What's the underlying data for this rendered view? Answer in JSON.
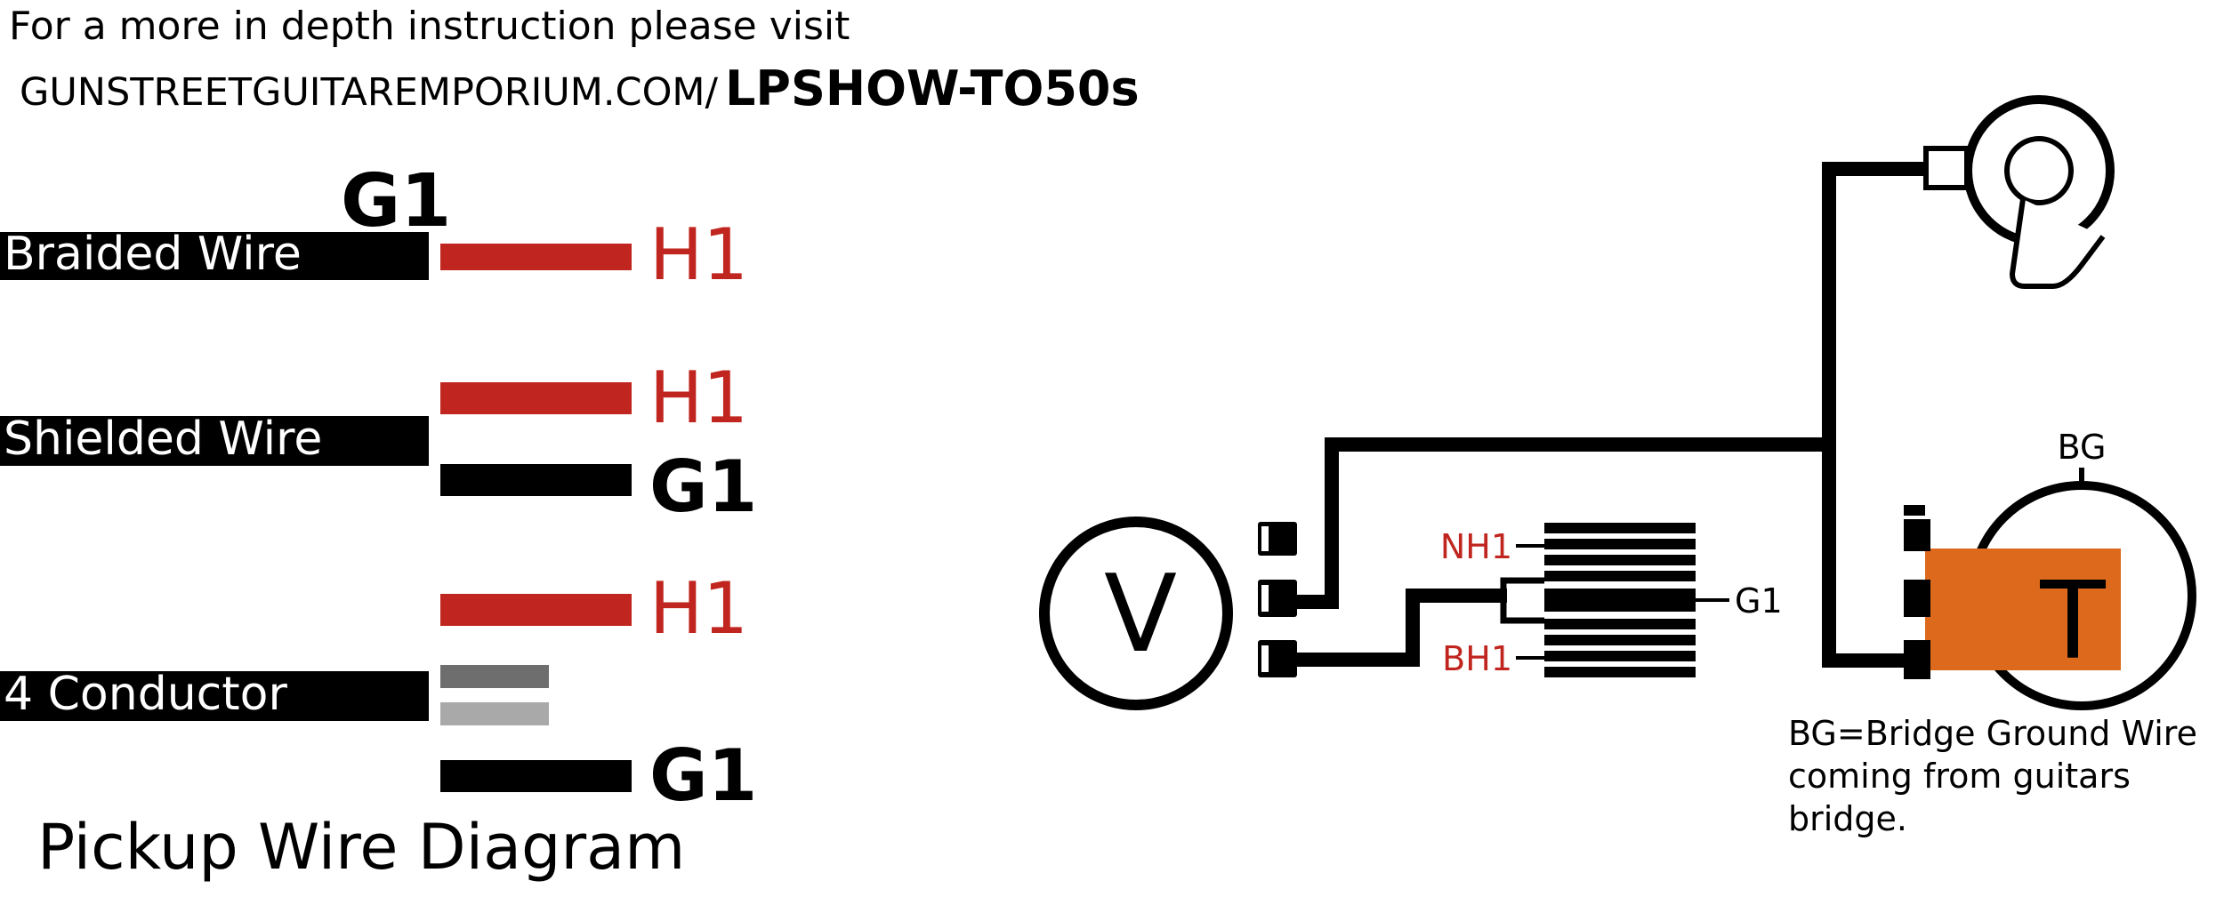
{
  "header": {
    "line1": "For a more in depth instruction please visit",
    "site": "GUNSTREETGUITAREMPORIUM.COM/",
    "path": "LPSHOW-TO50s"
  },
  "legend": {
    "title": "Pickup Wire Diagram",
    "top_label": "G1",
    "braided": {
      "label": "Braided Wire",
      "hot": "H1"
    },
    "shielded": {
      "label": "Shielded Wire",
      "hot": "H1",
      "ground": "G1"
    },
    "conductor4": {
      "label": "4 Conductor",
      "hot": "H1",
      "ground": "G1"
    }
  },
  "schematic": {
    "volume_label": "V",
    "tone_label": "T",
    "switch_neck_label": "NH1",
    "switch_bridge_label": "BH1",
    "switch_ground_label": "G1",
    "bg_label": "BG",
    "bg_note": [
      "BG=Bridge Ground Wire",
      "coming from guitars",
      "bridge."
    ]
  },
  "colors": {
    "hot": "#c0261f",
    "ground": "#000000",
    "gray_dark": "#6e6e6e",
    "gray_light": "#a9a9a9",
    "tone_cap": "#dd6a1c"
  }
}
